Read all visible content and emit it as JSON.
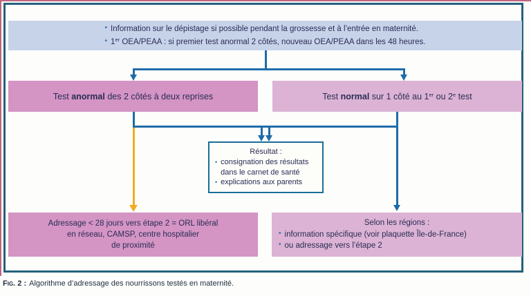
{
  "ui": {
    "bullet": "•"
  },
  "colors": {
    "frame_teal": "#25607c",
    "connector_blue": "#1e6ba8",
    "arrow_yellow": "#f0ad1f",
    "top_box_fill": "#c7d3e9",
    "left_boxes_fill": "#d494c4",
    "right_boxes_fill": "#dcb3d4",
    "result_box_border": "#1a6d97",
    "text_dark": "#2a2c55",
    "bullet_blue": "#2b6cb3",
    "outer_edge_pink": "#c0657f"
  },
  "flowchart": {
    "top_box": {
      "bullet1": "Information sur le dépistage si possible pendant la grossesse et à l’entrée en maternité.",
      "bullet2_pre": "1",
      "bullet2_sup": "er",
      "bullet2_post": " OEA/PEAA : si premier test anormal 2 côtés, nouveau OEA/PEAA dans les 48 heures."
    },
    "mid_left_box": {
      "pre": "Test ",
      "bold": "anormal",
      "post": " des 2 côtés à deux reprises"
    },
    "mid_right_box": {
      "pre": "Test ",
      "bold": "normal",
      "mid1": " sur 1 côté au 1",
      "sup1": "er",
      "mid2": " ou 2",
      "sup2": "e",
      "post": " test"
    },
    "result_box": {
      "title": "Résultat :",
      "bullets": [
        "consignation des résultats dans le carnet de santé",
        "explications aux parents"
      ]
    },
    "bottom_left_box": {
      "lines": [
        "Adressage < 28 jours vers étape 2 = ORL libéral",
        "en réseau, CAMSP, centre hospitalier",
        "de proximité"
      ]
    },
    "bottom_right_box": {
      "title": "Selon les régions :",
      "bullets": [
        "information spécifique (voir plaquette Île-de-France)",
        "ou adressage vers l’étape 2"
      ]
    }
  },
  "caption": {
    "label": "Fig. 2 :",
    "text": "Algorithme d’adressage des nourrissons testés en maternité."
  }
}
